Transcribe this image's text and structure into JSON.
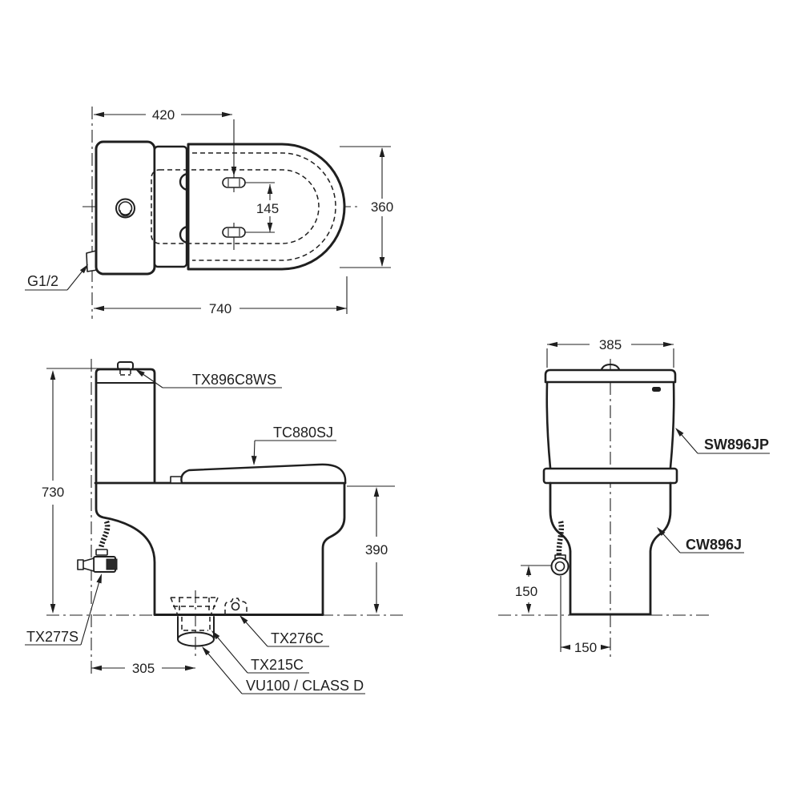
{
  "colors": {
    "line": "#1f1f1f",
    "background": "#ffffff"
  },
  "top_view": {
    "tank_to_hinge": "420",
    "hinge_spacing": "145",
    "bowl_width": "360",
    "overall_length": "740",
    "inlet_thread": "G1/2"
  },
  "side_view": {
    "overall_height": "730",
    "bowl_height": "390",
    "outlet_setout": "305",
    "fitting_top": "TX896C8WS",
    "seat_cover": "TC880SJ",
    "stop_valve": "TX277S",
    "flange": "TX276C",
    "outlet_socket": "TX215C",
    "pipe": "VU100 / CLASS D"
  },
  "front_view": {
    "tank_width": "385",
    "supply_height": "150",
    "supply_setout": "150",
    "tank_model": "SW896JP",
    "bowl_model": "CW896J"
  }
}
